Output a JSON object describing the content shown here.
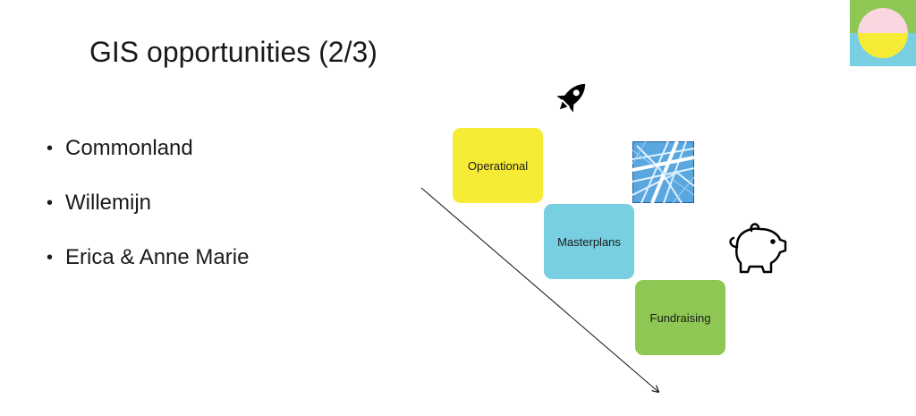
{
  "slide": {
    "title": "GIS opportunities (2/3)",
    "bullets": [
      {
        "text": "Commonland"
      },
      {
        "text": "Willemijn"
      },
      {
        "text": "Erica & Anne Marie"
      }
    ],
    "bullet_glyph": "•"
  },
  "diagram": {
    "boxes": [
      {
        "label": "Operational",
        "color": "#f7ec35",
        "icon": "rocket-icon"
      },
      {
        "label": "Masterplans",
        "color": "#78cfe2",
        "icon": "map-icon"
      },
      {
        "label": "Fundraising",
        "color": "#8ec753",
        "icon": "piggy-bank-icon"
      }
    ]
  },
  "logo": {
    "colors": {
      "top": "#8ec753",
      "bottom": "#78cfe2",
      "circle_top": "#f9d6e0",
      "circle_bottom": "#f7ec35"
    }
  }
}
